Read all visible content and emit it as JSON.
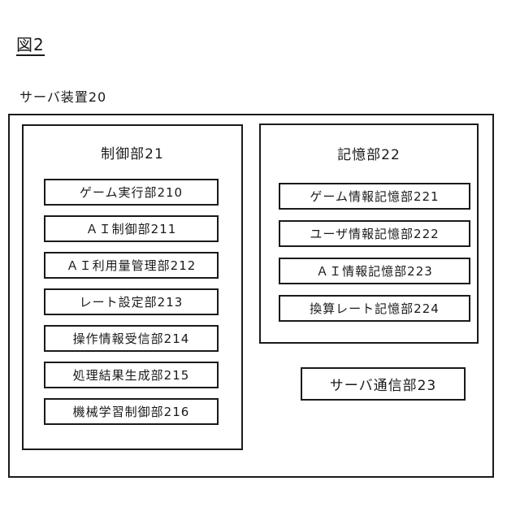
{
  "figure": {
    "label": "図2",
    "device_label": "サーバ装置20"
  },
  "control_unit": {
    "title": "制御部21",
    "items": [
      {
        "label": "ゲーム実行部210"
      },
      {
        "label": "ＡＩ制御部211"
      },
      {
        "label": "ＡＩ利用量管理部212"
      },
      {
        "label": "レート設定部213"
      },
      {
        "label": "操作情報受信部214"
      },
      {
        "label": "処理結果生成部215"
      },
      {
        "label": "機械学習制御部216"
      }
    ]
  },
  "storage_unit": {
    "title": "記憶部22",
    "items": [
      {
        "label": "ゲーム情報記憶部221"
      },
      {
        "label": "ユーザ情報記憶部222"
      },
      {
        "label": "ＡＩ情報記憶部223"
      },
      {
        "label": "換算レート記憶部224"
      }
    ]
  },
  "communication_unit": {
    "label": "サーバ通信部23"
  },
  "colors": {
    "line": "#1a1a1a",
    "background": "#ffffff"
  }
}
